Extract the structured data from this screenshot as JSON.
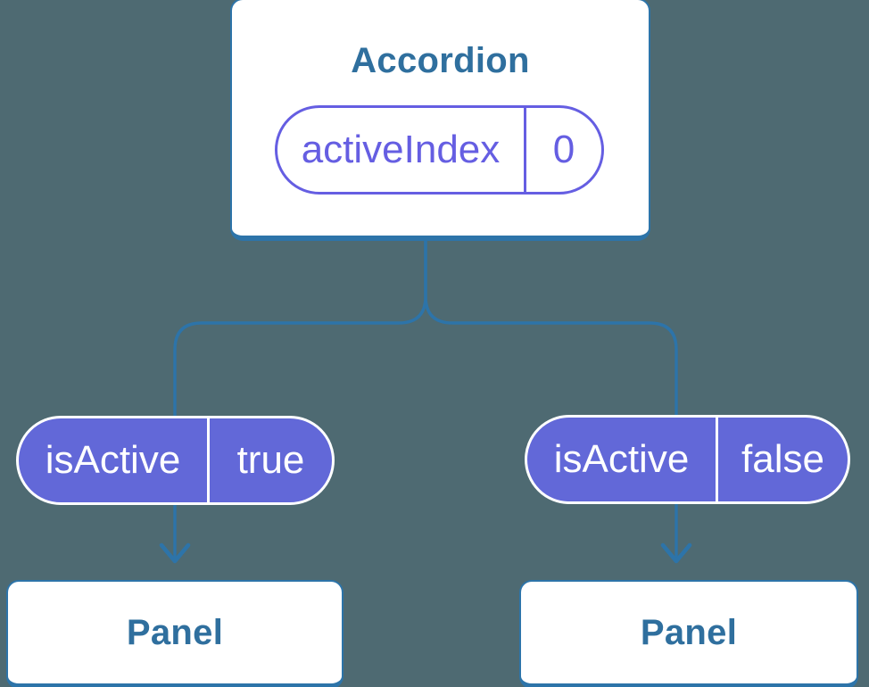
{
  "diagram": {
    "root": {
      "title": "Accordion",
      "state_pill": {
        "name": "activeIndex",
        "value": "0"
      }
    },
    "children": [
      {
        "prop_pill": {
          "name": "isActive",
          "value": "true"
        },
        "panel": {
          "title": "Panel"
        }
      },
      {
        "prop_pill": {
          "name": "isActive",
          "value": "false"
        },
        "panel": {
          "title": "Panel"
        }
      }
    ],
    "colors": {
      "background": "#4e6a72",
      "connector_line": "#2d74a9",
      "box_border": "#2d74a9",
      "box_text": "#2f6f9e",
      "pill_purple": "#6268d8",
      "pill_outline_purple": "#655ee2",
      "pill_text_on_purple": "#ffffff"
    }
  }
}
